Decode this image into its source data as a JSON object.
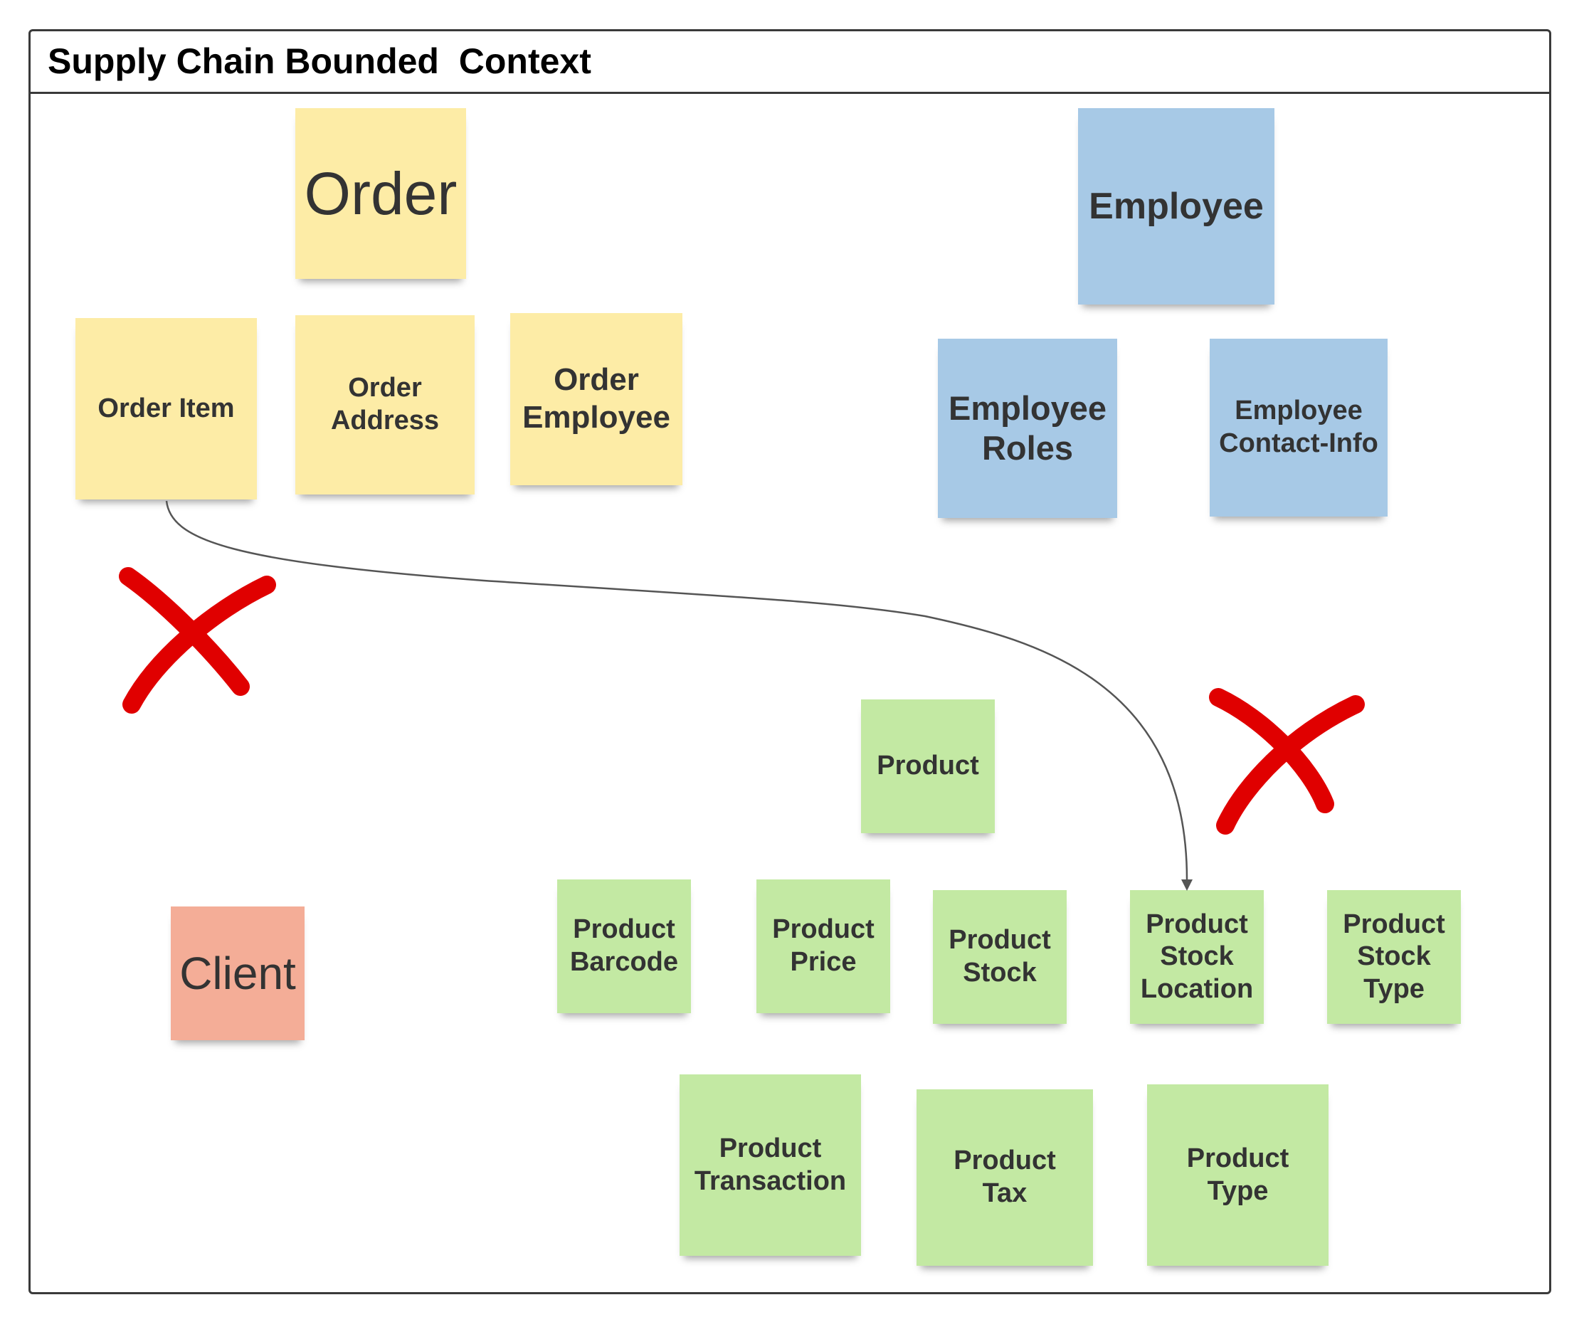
{
  "title": "Supply Chain Bounded  Context",
  "colors": {
    "yellow": "#fdeca6",
    "blue": "#a7c9e6",
    "green": "#c3e9a3",
    "salmon": "#f4ad97",
    "cross": "#e00000",
    "line": "#555555"
  },
  "notes": {
    "order": "Order",
    "order_item": "Order Item",
    "order_address": "Order\nAddress",
    "order_employee": "Order\nEmployee",
    "employee": "Employee",
    "employee_roles": "Employee\nRoles",
    "employee_contact": "Employee\nContact-Info",
    "product": "Product",
    "client": "Client",
    "product_barcode": "Product\nBarcode",
    "product_price": "Product\nPrice",
    "product_stock": "Product\nStock",
    "product_stock_location": "Product\nStock\nLocation",
    "product_stock_type": "Product\nStock\nType",
    "product_transaction": "Product\nTransaction",
    "product_tax": "Product\nTax",
    "product_type": "Product\nType"
  },
  "connector": {
    "from": "Order Item",
    "to": "Product\nStock\nLocation"
  },
  "markers": [
    "cross",
    "cross"
  ]
}
